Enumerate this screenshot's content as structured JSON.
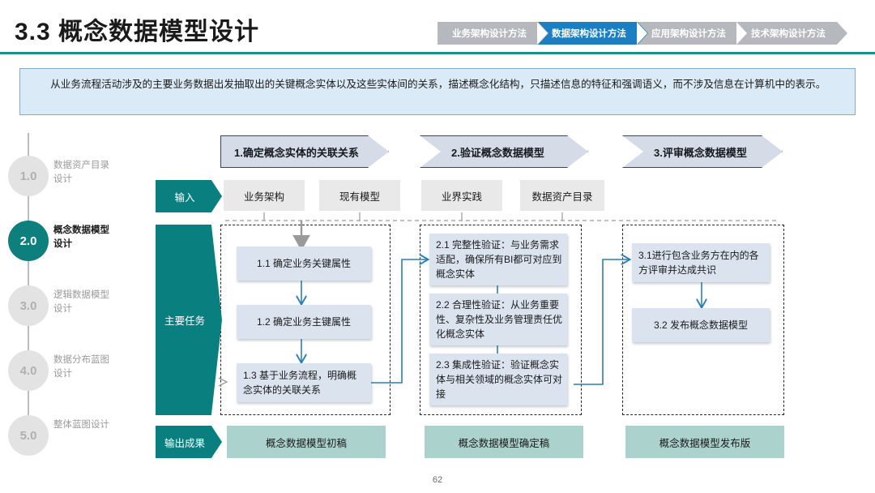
{
  "header": {
    "title": "3.3 概念数据模型设计",
    "accent_color": "#18908c",
    "breadcrumb": [
      {
        "label": "业务架构设计方法",
        "active": false
      },
      {
        "label": "数据架构设计方法",
        "active": true
      },
      {
        "label": "应用架构设计方法",
        "active": false
      },
      {
        "label": "技术架构设计方法",
        "active": false
      }
    ],
    "active_color": "#1b7fc4",
    "inactive_color": "#b5b9bd"
  },
  "description": {
    "text": "从业务流程活动涉及的主要业务数据出发抽取出的关键概念实体以及这些实体间的关系，描述概念化结构，只描述信息的特征和强调语义，而不涉及信息在计算机中的表示。",
    "background": "#dbeaf7",
    "border": "#8aa9c8"
  },
  "stepper": {
    "active_color": "#0d7f7d",
    "items": [
      {
        "num": "1.0",
        "label": "数据资产目录设计",
        "active": false
      },
      {
        "num": "2.0",
        "label": "概念数据模型设计",
        "active": true
      },
      {
        "num": "3.0",
        "label": "逻辑数据模型设计",
        "active": false
      },
      {
        "num": "4.0",
        "label": "数据分布蓝图设计",
        "active": false
      },
      {
        "num": "5.0",
        "label": "整体蓝图设计",
        "active": false
      }
    ]
  },
  "phases": [
    {
      "label": "1.确定概念实体的关联关系"
    },
    {
      "label": "2.验证概念数据模型"
    },
    {
      "label": "3.评审概念数据模型"
    }
  ],
  "rows": {
    "input_label": "输入",
    "task_label": "主要任务",
    "output_label": "输出成果",
    "label_color": "#0a7f80"
  },
  "inputs": [
    {
      "label": "业务架构"
    },
    {
      "label": "现有模型"
    },
    {
      "label": "业界实践"
    },
    {
      "label": "数据资产目录"
    }
  ],
  "tasks": {
    "col1": [
      {
        "id": "1.1",
        "text": "1.1 确定业务关键属性",
        "align": "center"
      },
      {
        "id": "1.2",
        "text": "1.2 确定业务主键属性",
        "align": "center"
      },
      {
        "id": "1.3",
        "text": "1.3 基于业务流程，明确概念实体的关联关系",
        "align": "left"
      }
    ],
    "col2": [
      {
        "id": "2.1",
        "text": "2.1 完整性验证：与业务需求适配，确保所有BI都可对应到概念实体",
        "align": "left"
      },
      {
        "id": "2.2",
        "text": "2.2 合理性验证：从业务重要性、复杂性及业务管理责任优化概念实体",
        "align": "left"
      },
      {
        "id": "2.3",
        "text": "2.3 集成性验证：验证概念实体与相关领域的概念实体可对接",
        "align": "left"
      }
    ],
    "col3": [
      {
        "id": "3.1",
        "text": "3.1进行包含业务方在内的各方评审并达成共识",
        "align": "left"
      },
      {
        "id": "3.2",
        "text": "3.2 发布概念数据模型",
        "align": "center"
      }
    ]
  },
  "outputs": [
    {
      "label": "概念数据模型初稿"
    },
    {
      "label": "概念数据模型确定稿"
    },
    {
      "label": "概念数据模型发布版"
    }
  ],
  "footer": {
    "page_number": "62"
  },
  "colors": {
    "task_box": "#dbe3ef",
    "input_box": "#e9e9e9",
    "output_box": "#abd2cd",
    "connector_blue": "#2b7fb8",
    "connector_gray": "#9a9a9a"
  }
}
